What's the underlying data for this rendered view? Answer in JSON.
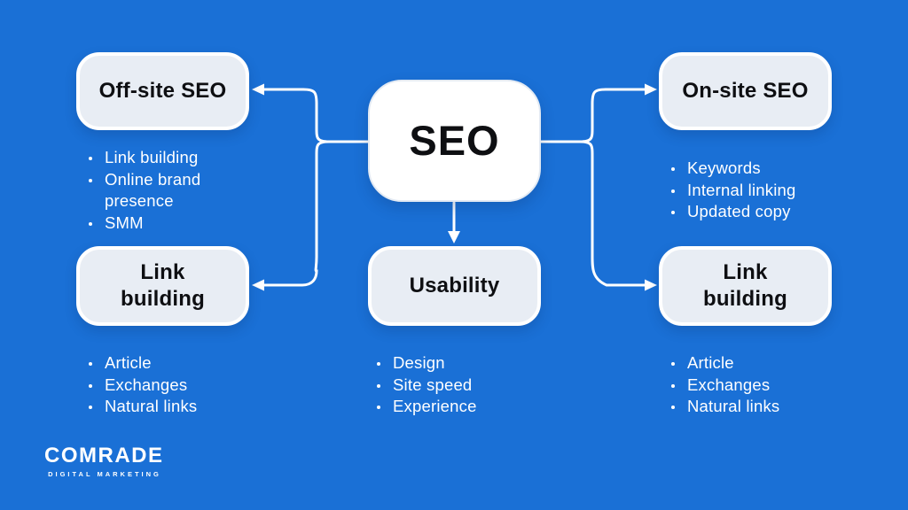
{
  "colors": {
    "background": "#1A70D6",
    "satellite_box_fill": "#E8EDF4",
    "box_border": "#FFFFFF",
    "center_box_fill": "#FFFFFF",
    "title_text": "#0E0F12",
    "bullet_text": "#FFFFFF",
    "connector": "#FFFFFF"
  },
  "center_node": {
    "title": "SEO"
  },
  "nodes": {
    "off_site": {
      "title": "Off-site SEO",
      "bullets": [
        "Link building",
        "Online brand presence",
        "SMM"
      ]
    },
    "on_site": {
      "title": "On-site SEO",
      "bullets": [
        "Keywords",
        "Internal linking",
        "Updated copy"
      ]
    },
    "link_building_left": {
      "title": "Link building",
      "bullets": [
        "Article",
        "Exchanges",
        "Natural links"
      ]
    },
    "usability": {
      "title": "Usability",
      "bullets": [
        "Design",
        "Site speed",
        "Experience"
      ]
    },
    "link_building_right": {
      "title": "Link building",
      "bullets": [
        "Article",
        "Exchanges",
        "Natural links"
      ]
    }
  },
  "logo": {
    "wordmark": "COMRADE",
    "tagline": "DIGITAL MARKETING"
  }
}
